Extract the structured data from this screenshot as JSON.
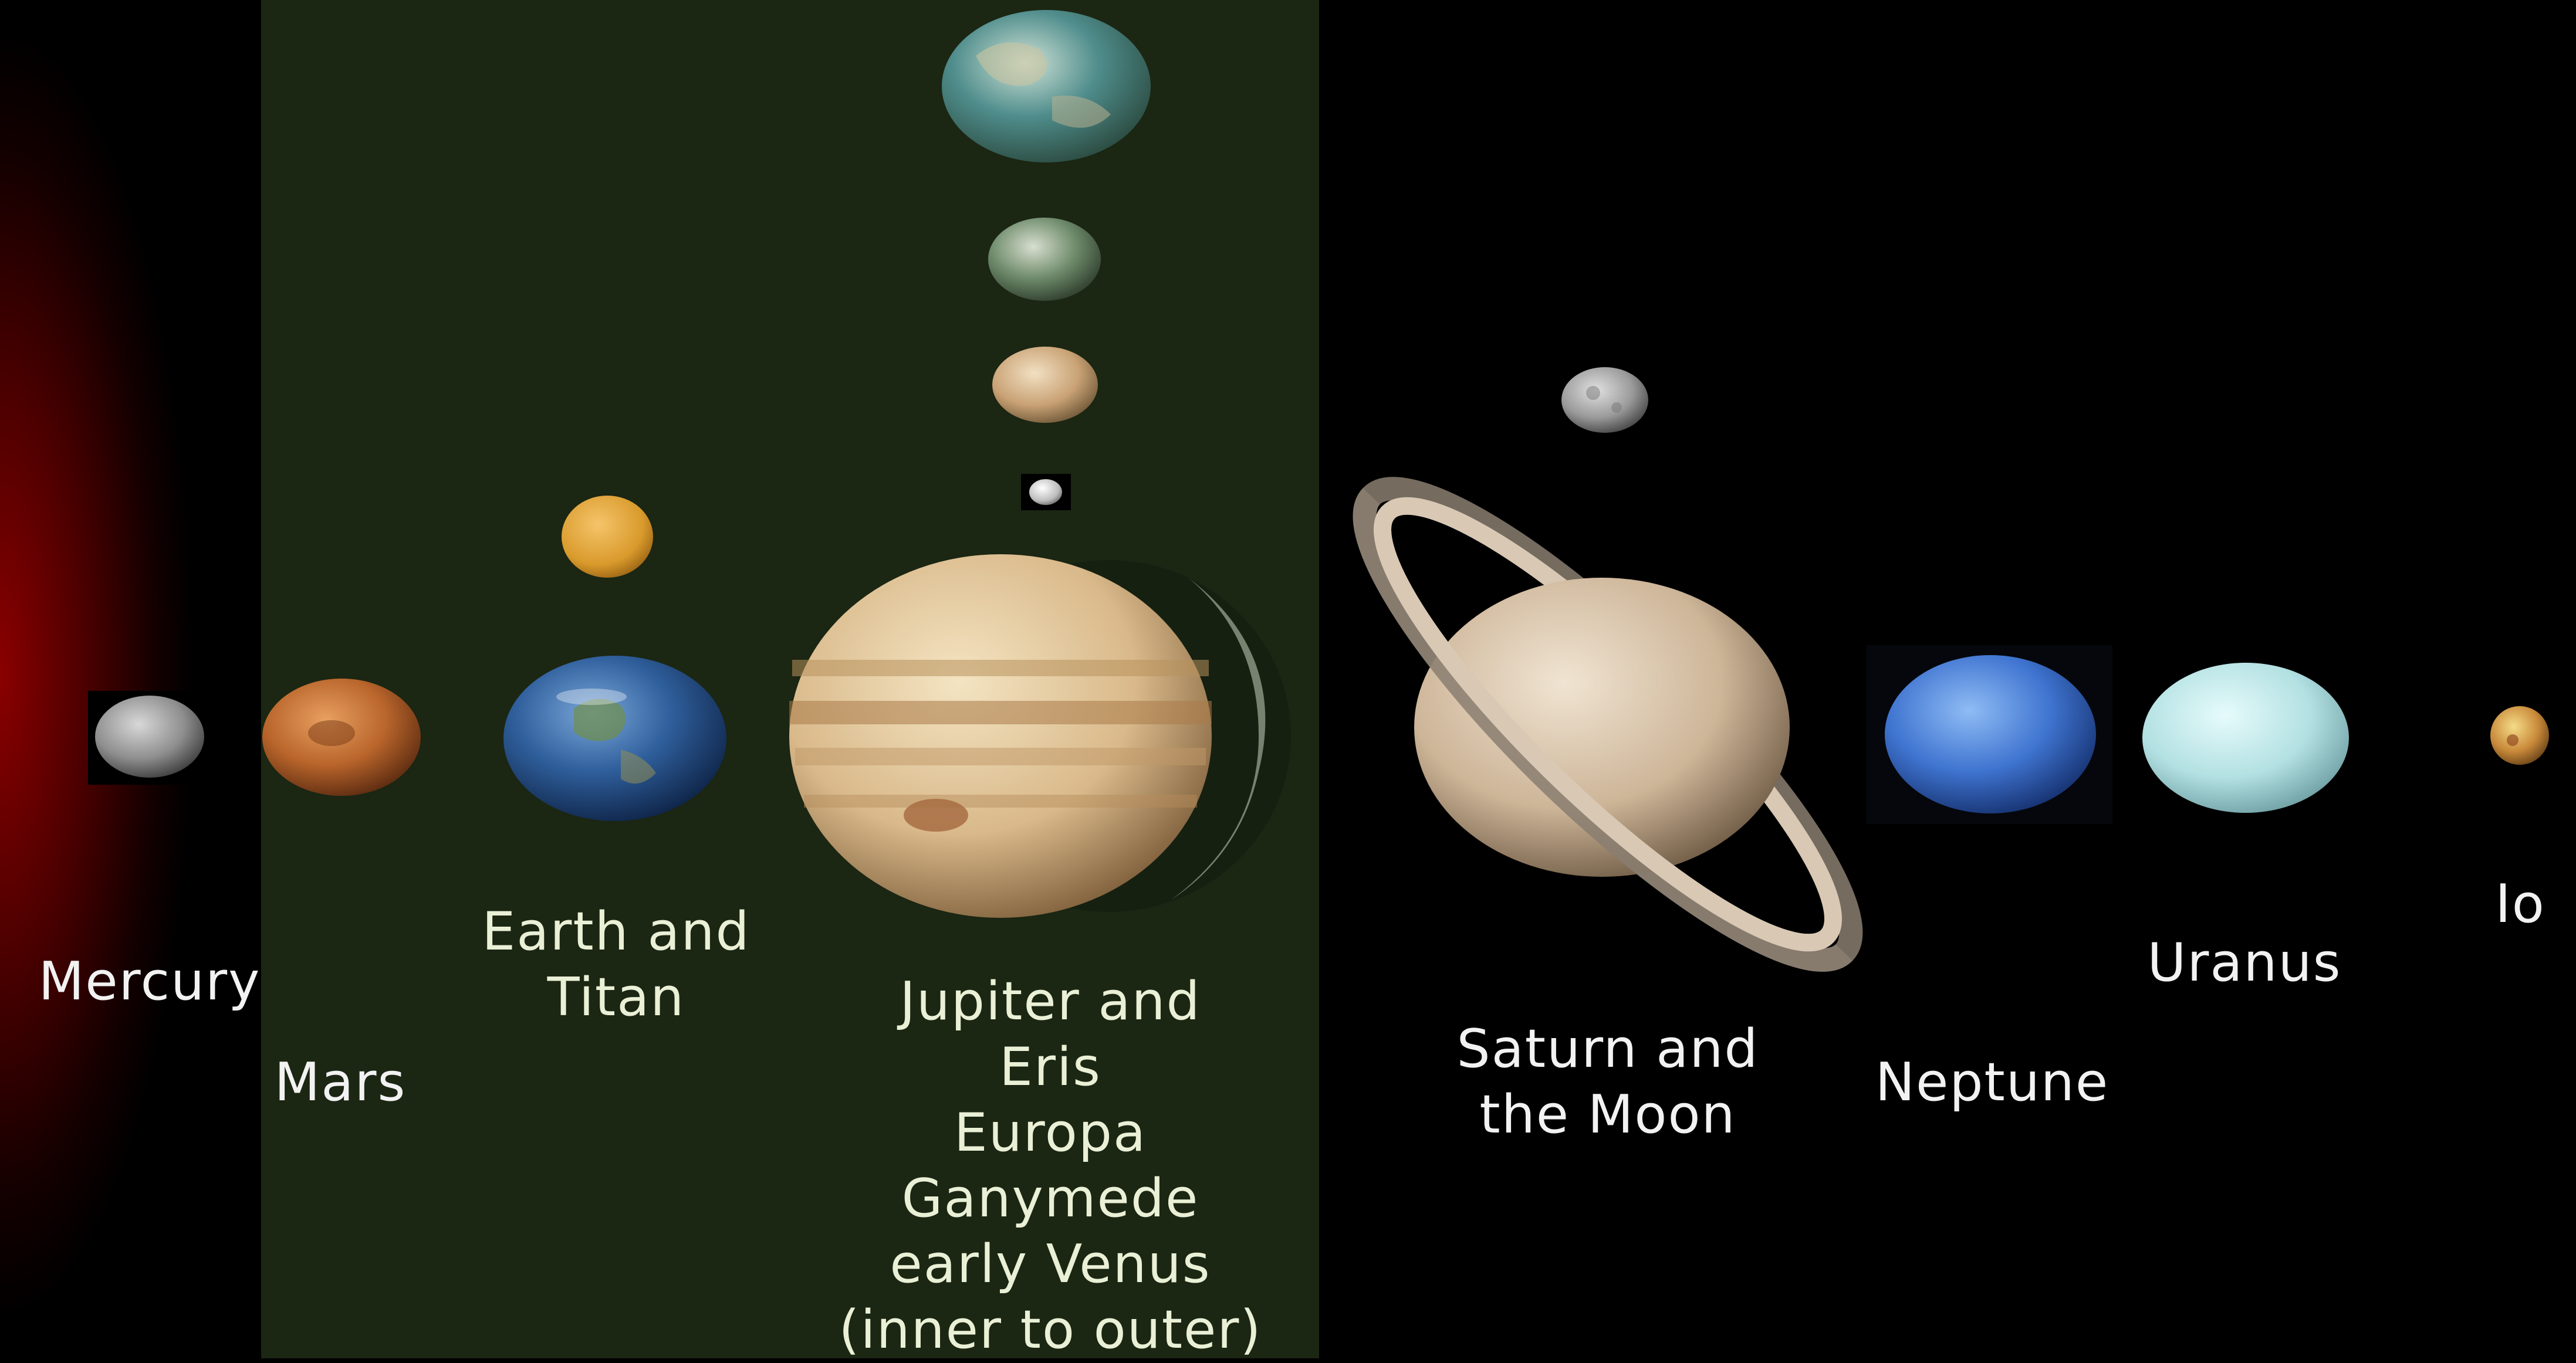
{
  "colors": {
    "background": "#000000",
    "inner_band": "#1b2613",
    "sun_glow": "#8a0000",
    "label_text": "#f2f2f2"
  },
  "labels": {
    "mercury": "Mercury",
    "mars": "Mars",
    "earth_line1": "Earth and",
    "earth_line2": "Titan",
    "jupiter_line1": "Jupiter and",
    "jupiter_line2": "Eris",
    "jupiter_line3": "Europa",
    "jupiter_line4": "Ganymede",
    "jupiter_line5": "early Venus",
    "jupiter_line6": "(inner to outer)",
    "saturn_line1": "Saturn and",
    "saturn_line2": "the Moon",
    "neptune": "Neptune",
    "uranus": "Uranus",
    "io": "Io"
  },
  "bodies": [
    "mercury-icon",
    "mars-icon",
    "earth-icon",
    "titan-icon",
    "jupiter-icon",
    "eris-icon",
    "europa-icon",
    "ganymede-icon",
    "early-venus-icon",
    "saturn-icon",
    "moon-icon",
    "neptune-icon",
    "uranus-icon",
    "io-icon"
  ]
}
